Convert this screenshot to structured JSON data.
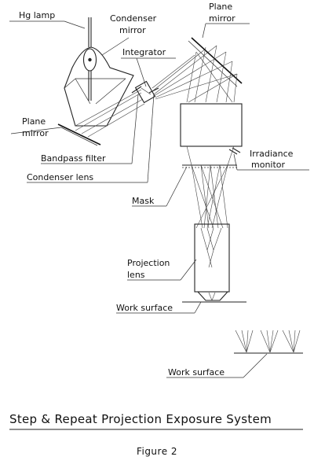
{
  "labels": {
    "hg_lamp": "Hg lamp",
    "condenser_mirror_1": "Condenser",
    "condenser_mirror_2": "mirror",
    "integrator": "Integrator",
    "plane_mirror_top_1": "Plane",
    "plane_mirror_top_2": "mirror",
    "plane_mirror_left_1": "Plane",
    "plane_mirror_left_2": "mirror",
    "bandpass_filter": "Bandpass filter",
    "irradiance_monitor_1": "Irradiance",
    "irradiance_monitor_2": "monitor",
    "condenser_lens": "Condenser lens",
    "mask": "Mask",
    "projection_lens_1": "Projection",
    "projection_lens_2": "lens",
    "work_surface_1": "Work surface",
    "work_surface_2": "Work surface"
  },
  "caption": "Step & Repeat Projection Exposure System",
  "figure_label": "Figure 2"
}
